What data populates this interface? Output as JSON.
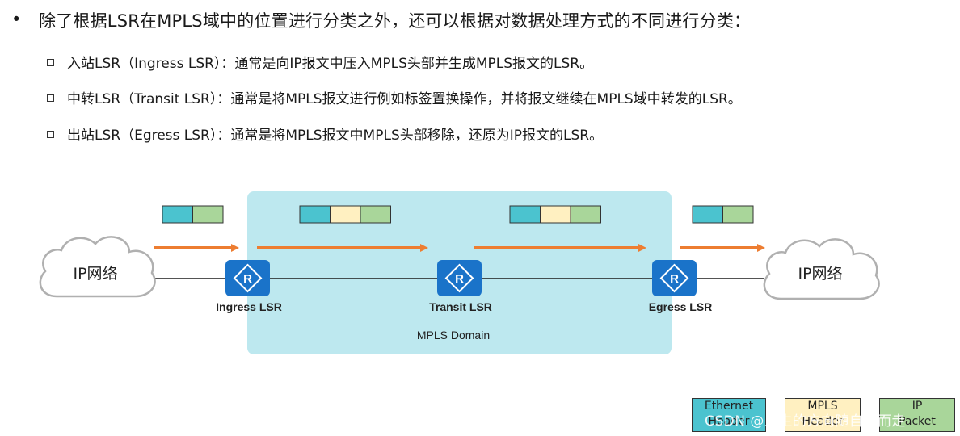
{
  "intro": {
    "bullet": "•",
    "text": "除了根据LSR在MPLS域中的位置进行分类之外，还可以根据对数据处理方式的不同进行分类："
  },
  "items": [
    {
      "text": "入站LSR（Ingress LSR）：通常是向IP报文中压入MPLS头部并生成MPLS报文的LSR。"
    },
    {
      "text": "中转LSR（Transit LSR）：通常是将MPLS报文进行例如标签置换操作，并将报文继续在MPLS域中转发的LSR。"
    },
    {
      "text": "出站LSR（Egress LSR）：通常是将MPLS报文中MPLS头部移除，还原为IP报文的LSR。"
    }
  ],
  "diagram": {
    "domain_label": "MPLS Domain",
    "cloud_left_label": "IP网络",
    "cloud_right_label": "IP网络",
    "router_glyph": "R",
    "routers": [
      {
        "label": "Ingress LSR"
      },
      {
        "label": "Transit LSR"
      },
      {
        "label": "Egress LSR"
      }
    ],
    "packets": [
      [
        "ethernet",
        "ip"
      ],
      [
        "ethernet",
        "mpls",
        "ip"
      ],
      [
        "ethernet",
        "mpls",
        "ip"
      ],
      [
        "ethernet",
        "ip"
      ]
    ]
  },
  "legend": [
    {
      "key": "ethernet",
      "line1": "Ethernet",
      "line2": "Header",
      "color": "#4bc3cf"
    },
    {
      "key": "mpls",
      "line1": "MPLS",
      "line2": "Header",
      "color": "#fff0c1"
    },
    {
      "key": "ip",
      "line1": "IP",
      "line2": "Packet",
      "color": "#a9d69a"
    }
  ],
  "colors": {
    "domain_fill": "#bde8ef",
    "router_fill": "#1a73c9",
    "arrow": "#ed7d31",
    "line": "#1a1a1a",
    "cloud_stroke": "#b0b0b0"
  },
  "icons": [
    "router-icon",
    "cloud-icon",
    "arrow-right-icon"
  ],
  "watermark": "CSDN @人生的方向随自己而走"
}
